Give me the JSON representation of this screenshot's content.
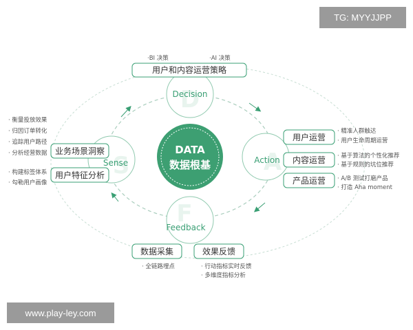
{
  "watermarks": {
    "top_right": "TG: MYYJJPP",
    "bottom_left": "www.play-ley.com"
  },
  "center": {
    "line1": "DATA",
    "line2": "数据根基"
  },
  "nodes": {
    "decision": {
      "label": "Decision",
      "letter": "D"
    },
    "action": {
      "label": "Action",
      "letter": "A"
    },
    "feedback": {
      "label": "Feedback",
      "letter": "F"
    },
    "sense": {
      "label": "Sense",
      "letter": "S"
    }
  },
  "decision": {
    "tags": {
      "bi": "·BI 决策",
      "ai": "·AI 决策"
    },
    "strategy": "用户和内容运营策略"
  },
  "action": {
    "boxes": {
      "user": "用户运营",
      "content": "内容运营",
      "product": "产品运营"
    },
    "user_points": [
      "· 精准人群触达",
      "· 用户生命周期运营"
    ],
    "content_points": [
      "· 基于算法的个性化推荐",
      "· 基于规则的坑位推荐"
    ],
    "product_points": [
      "· A/B 测试打磨产品",
      "· 打造 Aha moment"
    ]
  },
  "feedback": {
    "boxes": {
      "collect": "数据采集",
      "effect": "效果反馈"
    },
    "collect_points": [
      "· 全链路埋点"
    ],
    "effect_points": [
      "· 行动指标实时反馈",
      "· 多维度指标分析"
    ]
  },
  "sense": {
    "boxes": {
      "insight": "业务场景洞察",
      "features": "用户特征分析"
    },
    "insight_points": [
      "· 衡量投放效果",
      "· 归因订单转化",
      "· 追踪用户路径",
      "· 分析经营数据"
    ],
    "feature_points": [
      "· 构建标签体系",
      "· 勾勒用户画像"
    ]
  },
  "colors": {
    "accent": "#3a9f74",
    "center_fill": "#3d9f72",
    "dashed": "#a9cdbd"
  }
}
